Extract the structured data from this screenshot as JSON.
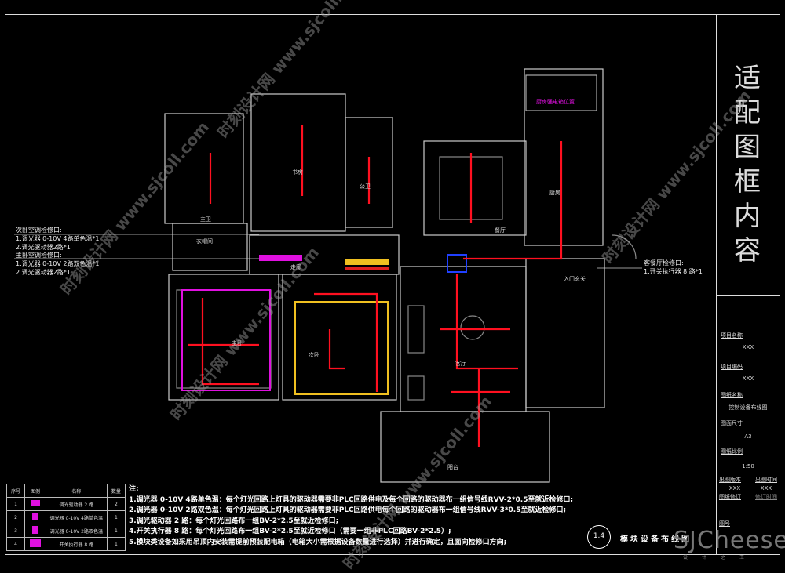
{
  "title_block": {
    "big_title": "适配图框内容",
    "fields": [
      {
        "label": "项目名称",
        "value": "XXX"
      },
      {
        "label": "项目编码",
        "value": "XXX"
      },
      {
        "label": "图纸名称",
        "value": "控制设备布线图"
      },
      {
        "label": "图面尺寸",
        "value": "A3"
      },
      {
        "label": "图纸比例",
        "value": "1:50"
      }
    ],
    "issue_version_label": "出图版本",
    "issue_version": "XXX",
    "issue_time_label": "出图时间",
    "issue_time": "XXX",
    "revision_label": "图纸修订",
    "revision_time_label": "修订时间",
    "drawing_no_label": "图号",
    "drawing_no": "1.4"
  },
  "annotations": {
    "second_bedroom": [
      "次卧空调检修口:",
      "1.调光器 0-10V 4路单色温*1",
      "2.调光驱动器2路*1"
    ],
    "master_bedroom": [
      "主卧空调检修口:",
      "1.调光器 0-10V 2路双色温*1",
      "2.调光驱动器2路*1"
    ],
    "living_dining": [
      "客餐厅检修口:",
      "1.开关执行器 8 路*1"
    ]
  },
  "rooms": {
    "kitchen_box": "厨房强电箱位置",
    "master_bath": "主卫",
    "study": "书房",
    "public_bath": "公卫",
    "dining": "餐厅",
    "kitchen": "厨房",
    "closet": "衣帽间",
    "corridor": "走廊",
    "entry": "入门玄关",
    "master_bedroom": "主卧",
    "second_bedroom": "次卧",
    "living": "客厅",
    "balcony": "阳台"
  },
  "legend": {
    "headers": [
      "序号",
      "图例",
      "名称",
      "数量"
    ],
    "rows": [
      {
        "no": "1",
        "name": "调光驱动器 2 路",
        "qty": "2"
      },
      {
        "no": "2",
        "name": "调光器 0-10V 4路单色温",
        "qty": "1"
      },
      {
        "no": "3",
        "name": "调光器 0-10V 2路双色温",
        "qty": "1"
      },
      {
        "no": "4",
        "name": "开关执行器 8 路",
        "qty": "1"
      }
    ],
    "symbol_color": "#e010e0"
  },
  "notes": {
    "heading": "注:",
    "items": [
      "1.调光器 0-10V 4路单色温：每个灯光回路上灯具的驱动器需要非PLC回路供电及每个回路的驱动器布一组信号线RVV-2*0.5至就近检修口;",
      "2.调光器 0-10V 2路双色温：每个灯光回路上灯具的驱动器需要非PLC回路供电每个回路的驱动器布一组信号线RVV-3*0.5至就近检修口;",
      "3.调光驱动器 2 路：每个灯光回路布一组BV-2*2.5至就近检修口;",
      "4.开关执行器 8 路：每个灯光回路布一组BV-2*2.5至就近检修口（需要一组非PLC回路BV-2*2.5）;",
      "5.模块类设备如采用吊顶内安装需提前预装配电箱（电箱大小需根据设备数量进行选择）并进行确定，且面向检修口方向;"
    ]
  },
  "drawing": {
    "number": "1.4",
    "title": "模块设备布线图"
  },
  "watermark": "时刻设计网 www.sjcoll.com",
  "logo": {
    "text": "SJCheese",
    "sub": "设计之王"
  },
  "colors": {
    "wiring": "#ff1020",
    "device": "#e010e0",
    "dimmer_zone": "#f0c020",
    "background": "#000000"
  }
}
